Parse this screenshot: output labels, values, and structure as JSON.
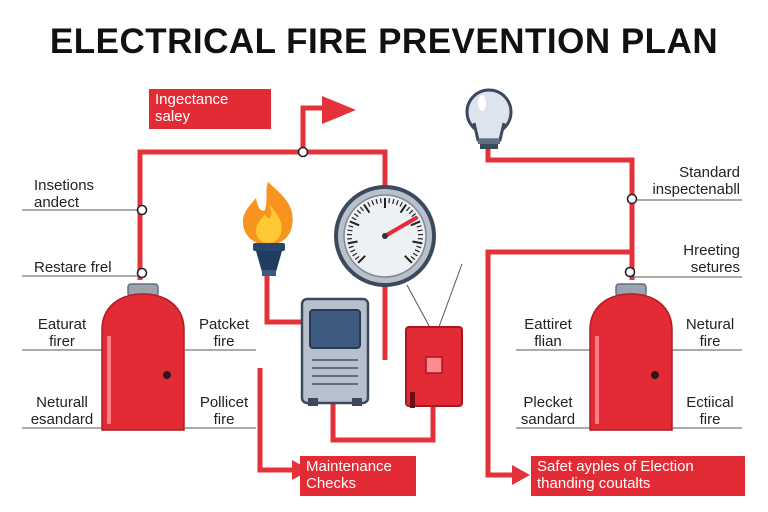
{
  "title": "ELECTRICAL FIRE PREVENTION PLAN",
  "colors": {
    "accent_red": "#e32b35",
    "pipe_red": "#e4323b",
    "panel_gray": "#b7c0cc",
    "screen_blue": "#3d5a80",
    "flame_orange": "#f7931e",
    "text": "#111111"
  },
  "icons": [
    "flame-torch-icon",
    "pressure-gauge-icon",
    "light-bulb-icon",
    "extinguisher-icon",
    "control-panel-icon",
    "alarm-box-icon",
    "arrow-icon"
  ],
  "labels": {
    "top_box": "Ingectance\nsaley",
    "inspections": "Insetions\nandect",
    "restare": "Restare frel",
    "eaturat": "Eaturat\nfirer",
    "patcket": "Patcket\nfire",
    "neturall": "Neturall\nesandard",
    "pollicet": "Pollicet\nfire",
    "maintenance": "Maintenance\nChecks",
    "standard": "Standard\ninspectenabll",
    "hreeting": "Hreeting\nsetures",
    "eattiret": "Eattiret\nflian",
    "netural_fire": "Netural\nfire",
    "plecket": "Plecket\nsandard",
    "ectiical": "Ectiical\nfire",
    "safet_box": "Safet ayples of Election\nthanding coutalts"
  }
}
